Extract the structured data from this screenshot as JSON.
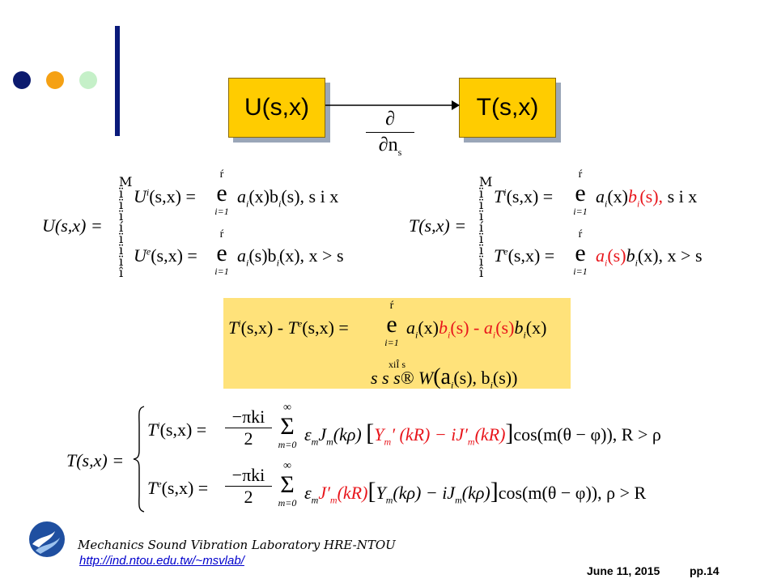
{
  "colors": {
    "dot1": "#0b1a6e",
    "dot2": "#f5a114",
    "dot3": "#c5f0c8",
    "box": "#ffcc00",
    "highlight": "#ffe27a",
    "accent_red": "#e8151b"
  },
  "diagram": {
    "box_left": "U(s,x)",
    "box_right": "T(s,x)",
    "operator_num": "∂",
    "operator_den": "∂n",
    "operator_sub": "s"
  },
  "eq_u": {
    "lhs": "U(s,x) =",
    "row1_lhs": "U",
    "row1_sup": "i",
    "row1_mid": "(s,x) =",
    "row1_sum": "e",
    "row1_top": "ŕ",
    "row1_bottom": "i=1",
    "row1_term": "a",
    "row1_sub": "i",
    "row1_rest": "(x)b",
    "row1_rest2": "(s),  s i  x",
    "row2_lhs": "U",
    "row2_sup": "e",
    "row2_mid": "(s,x) =",
    "row2_sum": "e",
    "row2_top": "ŕ",
    "row2_bottom": "i=1",
    "row2_term": "a",
    "row2_rest": "(s)b",
    "row2_rest2": "(x),  x > s"
  },
  "eq_t": {
    "lhs": "T(s,x) =",
    "row1_lhs": "T",
    "row1_sup": "i",
    "row1_mid": "(s,x) =",
    "row1_sum": "e",
    "row1_top": "ŕ",
    "row1_bottom": "i=1",
    "row1_term": "a",
    "row1_rest": "(x)",
    "row1_red": "b",
    "row1_red2": "(s),",
    "row1_tail": "s i  x",
    "row2_lhs": "T",
    "row2_sup": "e",
    "row2_mid": "(s,x) =",
    "row2_sum": "e",
    "row2_top": "ŕ",
    "row2_bottom": "i=1",
    "row2_red": "a",
    "row2_red2": "(s)",
    "row2_tail": "b",
    "row2_tail2": "(x),  x > s"
  },
  "eq_jump": {
    "lhs": "T",
    "sup1": "i",
    "mid1": "(s,x) -",
    "lhs2": "T",
    "sup2": "e",
    "mid2": "(s,x) =",
    "sum": "e",
    "top": "ŕ",
    "bottom": "i=1",
    "term1": "a",
    "term1b": "(x)",
    "red1": "b",
    "red1b": "(s) -",
    "red2": "a",
    "red2b": "(s)",
    "term2": "b",
    "term2b": "(x)",
    "cond": "s   s",
    "cond_sup": "xiÎ s",
    "cond2": "s®  W",
    "wr": "(a",
    "wr2": "(s), b",
    "wr3": "(s))"
  },
  "eq_final": {
    "lhs": "T(s,x) =",
    "r1_lhs": "T",
    "r1_sup": "i",
    "r1_mid": "(s,x) =",
    "r1_frac_num": "−πki",
    "r1_frac_den": "2",
    "r1_sum_top": "∞",
    "r1_sum_bot": "m=0",
    "r1_a": "ε",
    "r1_a_sub": "m",
    "r1_b": "J",
    "r1_b_sub": "m",
    "r1_c": "(kρ)",
    "r1_red": "Y",
    "r1_red_sub": "m",
    "r1_red2": "′ (kR) − iJ′",
    "r1_red_sub2": "m",
    "r1_red3": "(kR)",
    "r1_tail": "cos(m(θ − φ)), R > ρ",
    "r2_lhs": "T",
    "r2_sup": "e",
    "r2_mid": "(s,x) =",
    "r2_frac_num": "−πki",
    "r2_frac_den": "2",
    "r2_sum_top": "∞",
    "r2_sum_bot": "m=0",
    "r2_a": "ε",
    "r2_a_sub": "m",
    "r2_red": "J′",
    "r2_red_sub": "m",
    "r2_red2": "(kR)",
    "r2_b": "Y",
    "r2_b_sub": "m",
    "r2_c": "(kρ) − iJ",
    "r2_c_sub": "m",
    "r2_d": "(kρ)",
    "r2_tail": "cos(m(θ − φ)), ρ > R"
  },
  "footer": {
    "lab": "Mechanics Sound Vibration Laboratory HRE-NTOU",
    "url": "http://ind.ntou.edu.tw/~msvlab/",
    "date": "June 11, 2015",
    "page": "pp.14"
  }
}
